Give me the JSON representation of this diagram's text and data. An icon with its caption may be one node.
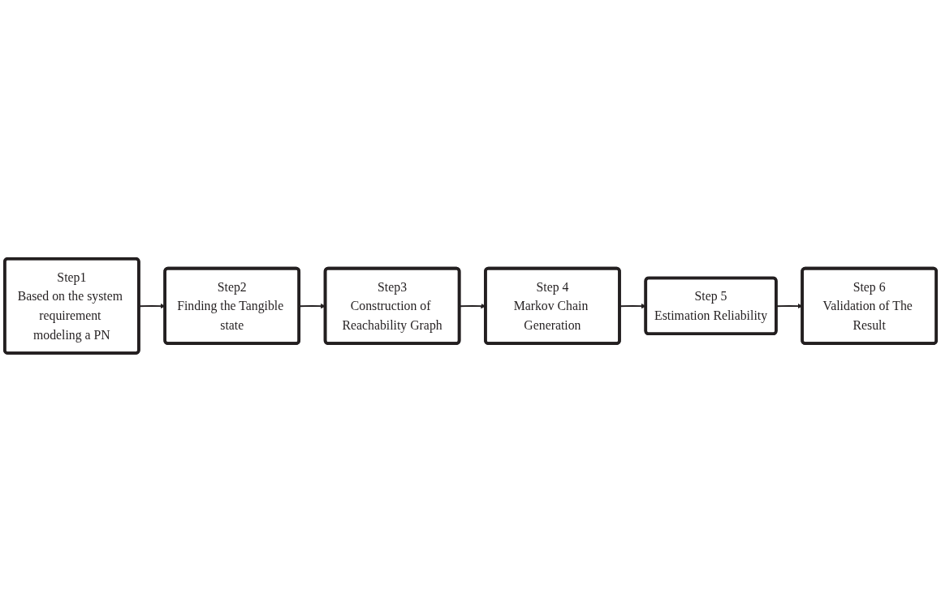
{
  "diagram": {
    "nodes": [
      {
        "text": [
          "Step1",
          "Based on the system requirement modeling a PN"
        ]
      },
      {
        "text": [
          "Step2",
          "Finding the Tangible state"
        ]
      },
      {
        "text": [
          "Step3",
          "Construction of Reachability Graph"
        ]
      },
      {
        "text": [
          "Step 4",
          "Markov Chain Generation"
        ]
      },
      {
        "text": [
          "Step 5",
          "Estimation Reliability"
        ]
      },
      {
        "text": [
          "Step 6",
          "Validation of The Result"
        ]
      }
    ],
    "edges": [
      {
        "from": 0,
        "to": 1,
        "arrow": "to"
      },
      {
        "from": 1,
        "to": 2,
        "arrow": "to"
      },
      {
        "from": 2,
        "to": 3,
        "arrow": "to"
      },
      {
        "from": 3,
        "to": 4,
        "arrow": "to"
      },
      {
        "from": 4,
        "to": 5,
        "arrow": "to"
      }
    ]
  }
}
